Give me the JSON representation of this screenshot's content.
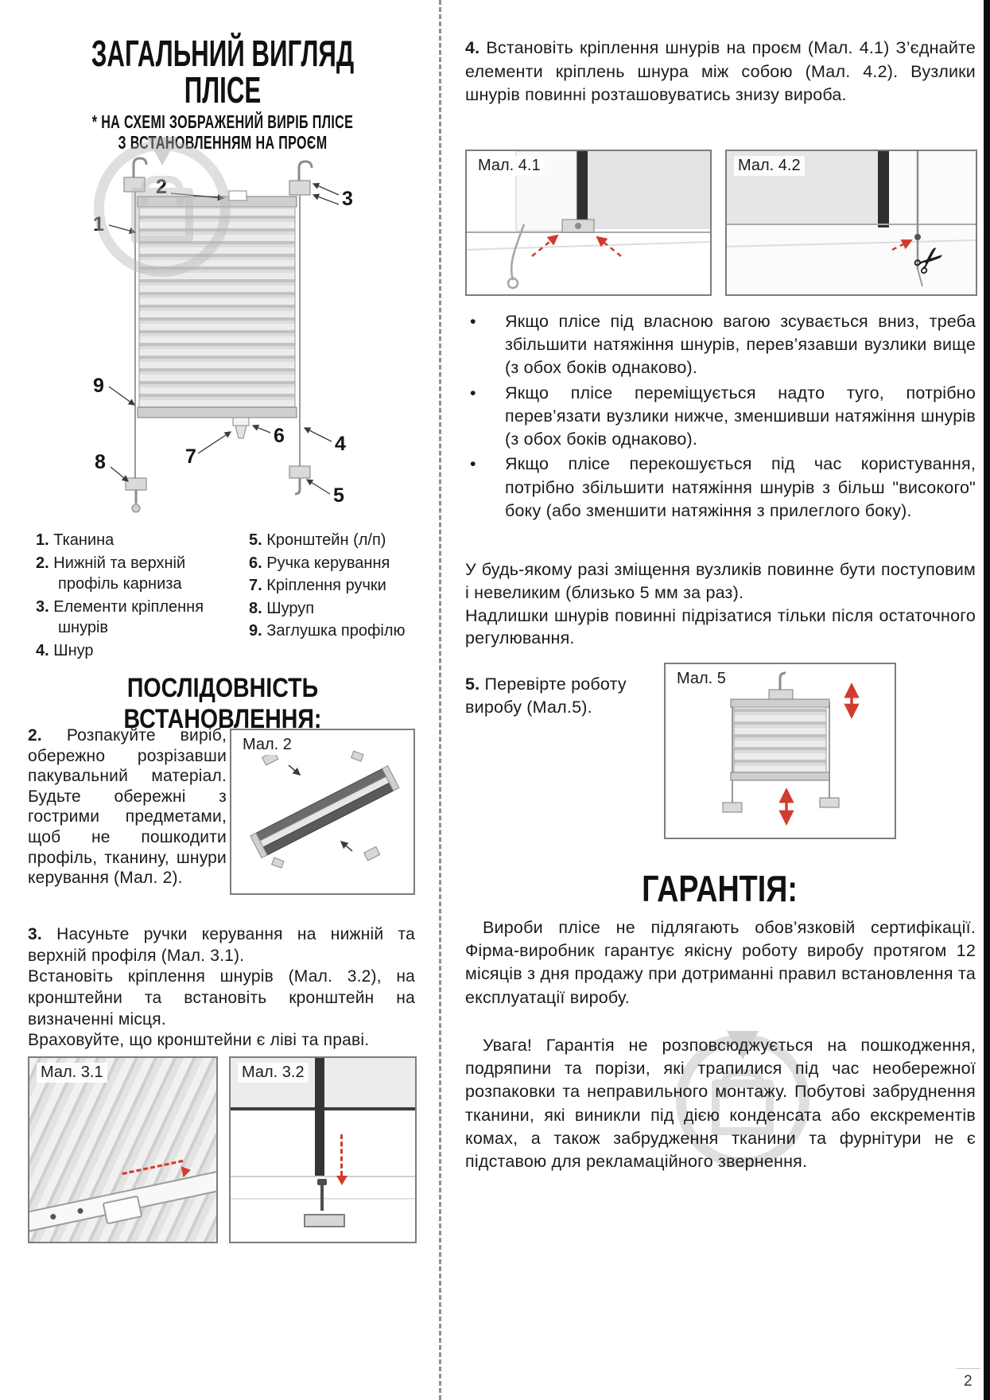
{
  "page": {
    "number": "2",
    "bullet_char": "•"
  },
  "colors": {
    "accent_red": "#d23b2e",
    "watermark_gray": "#b9b9b9"
  },
  "left": {
    "title": {
      "line1": "ЗАГАЛЬНИЙ ВИГЛЯД",
      "line2": "ПЛІСЕ"
    },
    "subtitle": {
      "line1": "* НА СХЕМІ ЗОБРАЖЕНИЙ ВИРІБ ПЛІСЕ",
      "line2": "З ВСТАНОВЛЕННЯМ НА ПРОЄМ"
    },
    "callouts": {
      "n1": "1",
      "n2": "2",
      "n3": "3",
      "n4": "4",
      "n5": "5",
      "n6": "6",
      "n7": "7",
      "n8": "8",
      "n9": "9"
    },
    "legend": {
      "col1": [
        {
          "n": "1.",
          "t": "Тканина"
        },
        {
          "n": "2.",
          "t": "Нижній та верхній профіль карниза"
        },
        {
          "n": "3.",
          "t": "Елементи кріплення шнурів"
        },
        {
          "n": "4.",
          "t": "Шнур"
        }
      ],
      "col2": [
        {
          "n": "5.",
          "t": "Кронштейн (л/п)"
        },
        {
          "n": "6.",
          "t": "Ручка керування"
        },
        {
          "n": "7.",
          "t": "Кріплення ручки"
        },
        {
          "n": "8.",
          "t": "Шуруп"
        },
        {
          "n": "9.",
          "t": "Заглушка профілю"
        }
      ]
    },
    "section_title": "ПОСЛІДОВНІСТЬ ВСТАНОВЛЕННЯ:",
    "step2": {
      "n": "2.",
      "t": "Розпакуйте виріб, обережно розрізавши пакувальний матеріал. Будьте обережні з гострими предметами, щоб не пошкодити профіль, тканину, шнури керування (Мал. 2)."
    },
    "fig2_label": "Мал. 2",
    "step3": {
      "n": "3.",
      "t1": "Насуньте ручки керування на нижній та верхній профіля (Мал. 3.1).",
      "t2": "Встановіть кріплення шнурів (Мал. 3.2), на кронштейни та встановіть кронштейн на визначенні місця.",
      "t3": "Враховуйте, що кронштейни є ліві та праві."
    },
    "fig31_label": "Мал. 3.1",
    "fig32_label": "Мал. 3.2"
  },
  "right": {
    "step4": {
      "n": "4.",
      "t": "Встановіть кріплення шнурів на проєм (Мал. 4.1) З’єднайте елементи кріплень шнура між собою (Мал. 4.2). Вузлики шнурів повинні розташовуватись знизу вироба."
    },
    "fig41_label": "Мал. 4.1",
    "fig42_label": "Мал. 4.2",
    "bullets": [
      "Якщо плісе під власною вагою зсувається вниз, треба збільшити натяжіння шнурів, перев’язавши вузлики вище (з обох боків однаково).",
      "Якщо плісе переміщується надто туго, потрібно перев’язати вузлики нижче, зменшивши натяжіння шнурів (з обох боків однаково).",
      "Якщо плісе перекошується під час користування, потрібно збільшити натяжіння шнурів з більш \"високого\" боку (або зменшити натяжіння з прилеглого боку)."
    ],
    "note1": "У будь-якому разі зміщення вузликів повинне бути поступовим і невеликим (близько 5 мм за раз).",
    "note2": "Надлишки шнурів повинні підрізатися тільки після остаточного регулювання.",
    "step5": {
      "n": "5.",
      "t": "Перевірте роботу виробу (Мал.5)."
    },
    "fig5_label": "Мал. 5",
    "guarantee_title": "ГАРАНТІЯ:",
    "guarantee_p1": "Вироби плісе не підлягають обов’язковій сертифікації. Фірма-виробник гарантує якісну роботу виробу протягом 12 місяців з дня продажу при дотриманні правил встановлення та експлуатації виробу.",
    "guarantee_p2": "Увага! Гарантія не розповсюджується на пошкодження, подряпини та порізи, які трапилися під час необережної розпаковки та неправильного монтажу. Побутові забруднення тканини, які виникли під дією конденсата або екскрементів комах, а також забрудження тканини та фурнітури не є підставою для рекламаційного звернення."
  }
}
